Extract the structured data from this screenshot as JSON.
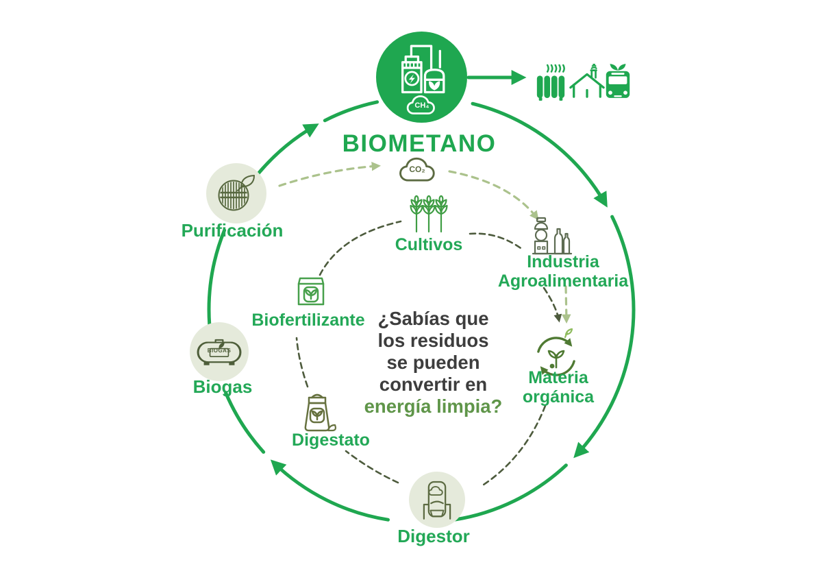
{
  "title": "BIOMETANO",
  "molecules": {
    "ch4": "CH₄",
    "co2": "CO₂"
  },
  "question": {
    "line1": "¿Sabías que",
    "line2": "los residuos",
    "line3": "se pueden",
    "line4": "convertir en",
    "highlight": "energía limpia?"
  },
  "nodes": {
    "purificacion": {
      "label": "Purificación"
    },
    "biogas": {
      "label": "Biogas",
      "tank_label": "BIOGAS"
    },
    "digestor": {
      "label": "Digestor"
    },
    "digestato": {
      "label": "Digestato"
    },
    "biofertilizante": {
      "label": "Biofertilizante"
    },
    "cultivos": {
      "label": "Cultivos"
    },
    "industria_agroalimentaria": {
      "label_line1": "Industria",
      "label_line2": "Agroalimentaria"
    },
    "materia_organica": {
      "label_line1": "Materia",
      "label_line2": "orgánica"
    }
  },
  "usage": {
    "icons": [
      "radiator-heating",
      "house-heating",
      "green-transport-bus"
    ]
  },
  "colors": {
    "primary_green": "#1fa750",
    "label_green": "#23a857",
    "olive_icon": "#5c6b42",
    "sage_circle_bg": "#e5eadb",
    "light_dashed": "#abc28c",
    "dark_dashed": "#4d5b3d",
    "dark_text": "#3d3d3d",
    "highlight_green": "#5f9549"
  }
}
